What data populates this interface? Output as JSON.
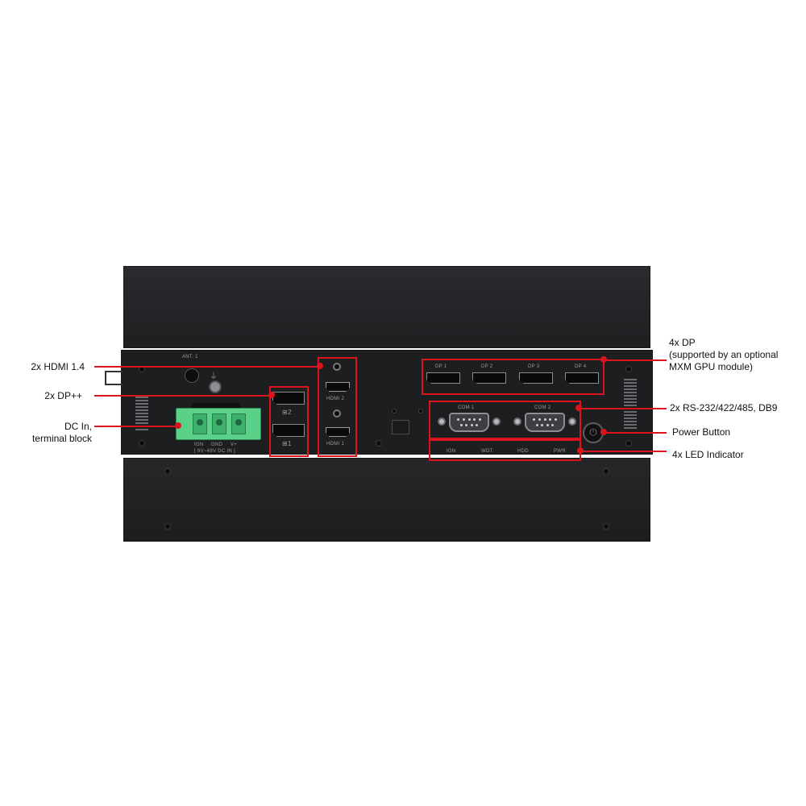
{
  "callouts": {
    "hdmi": "2x HDMI 1.4",
    "dp_plus": "2x DP++",
    "dc_in_line1": "DC In,",
    "dc_in_line2": "terminal block",
    "dp4_line1": "4x DP",
    "dp4_line2": "(supported by an optional",
    "dp4_line3": "MXM GPU module)",
    "rs232": "2x RS-232/422/485, DB9",
    "power": "Power Button",
    "led": "4x LED Indicator"
  },
  "panel_labels": {
    "ant": "ANT. 1",
    "dp_ports": [
      "DP 1",
      "DP 2",
      "DP 3",
      "DP 4"
    ],
    "com_ports": [
      "COM 1",
      "COM 2"
    ],
    "leds": [
      "IGN",
      "WDT",
      "HDD",
      "PWR"
    ],
    "hdmi_ports": [
      "HDMI 2",
      "HDMI 1"
    ],
    "dp_plus_ports": [
      "2",
      "1"
    ],
    "terminal_pins": [
      "IGN",
      "GND",
      "V+"
    ],
    "dc_range": "[ 9V~48V DC IN ]"
  },
  "colors": {
    "accent_red": "#d9141c",
    "terminal_green": "#5bd088",
    "chassis": "#1d1e20"
  },
  "icons": {
    "power": "power-icon",
    "ground": "ground-icon"
  }
}
